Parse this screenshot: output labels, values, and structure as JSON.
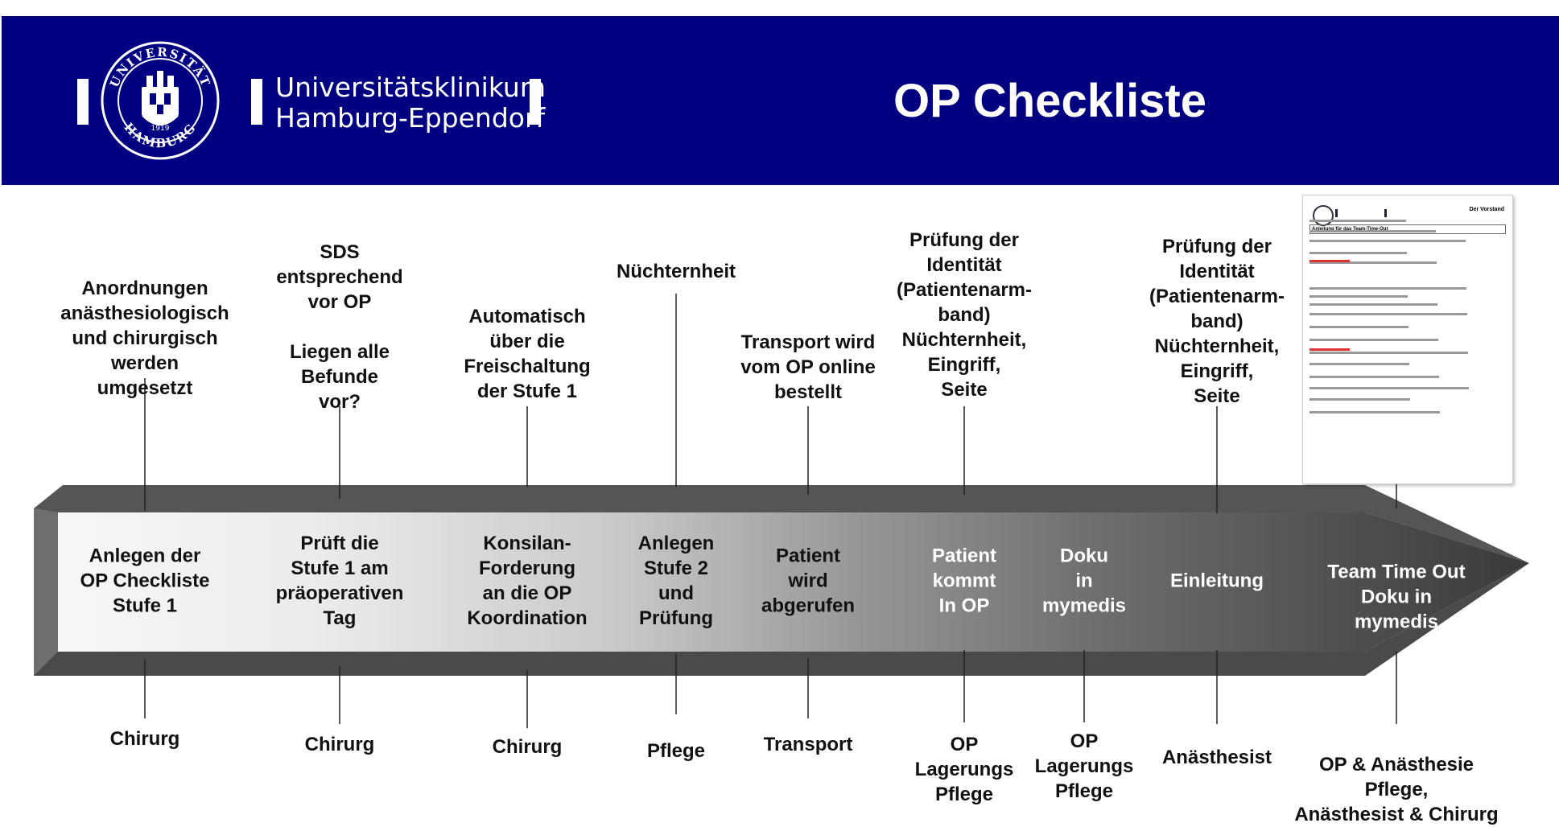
{
  "header": {
    "logo_line1": "Universitätsklinikum",
    "logo_line2": "Hamburg-Eppendorf",
    "seal_text_top": "UNIVERSITÄT",
    "seal_text_bottom": "HAMBURG",
    "seal_year": "1919",
    "title": "OP Checkliste",
    "colors": {
      "header_bg": "#000080",
      "text": "#ffffff"
    }
  },
  "steps": [
    {
      "label": "Anlegen der\nOP Checkliste\nStufe 1",
      "above": "Anordnungen\nanästhesiologisch\nund chirurgisch\nwerden\numgesetzt",
      "below": "Chirurg"
    },
    {
      "label": "Prüft die\nStufe 1 am\npräoperativen\nTag",
      "above": "SDS\nentsprechend\nvor OP\n\nLiegen alle\nBefunde\nvor?",
      "below": "Chirurg"
    },
    {
      "label": "Konsilan-\nForderung\nan die  OP\nKoordination",
      "above": "Automatisch\nüber die\nFreischaltung\nder Stufe 1",
      "below": "Chirurg"
    },
    {
      "label": "Anlegen\nStufe 2\nund\nPrüfung",
      "above": "Nüchternheit",
      "below": "Pflege"
    },
    {
      "label": "Patient\nwird\nabgerufen",
      "above": "Transport wird\nvom OP online\nbestellt",
      "below": "Transport"
    },
    {
      "label": "Patient\nkommt\nIn OP",
      "above": "Prüfung der\nIdentität\n(Patientenarm-\nband)\nNüchternheit,\nEingriff,\nSeite",
      "below": "OP\nLagerungs\nPflege"
    },
    {
      "label": "Doku\nin\nmymedis",
      "above": "",
      "below": "OP\nLagerungs\nPflege"
    },
    {
      "label": "Einleitung",
      "above": "Prüfung der\nIdentität\n(Patientenarm-\nband)\nNüchternheit,\nEingriff,\nSeite",
      "below": "Anästhesist"
    },
    {
      "label": "Team Time Out\nDoku in\nmymedis",
      "above": "",
      "below": "OP & Anästhesie\nPflege,\nAnästhesist & Chirurg"
    }
  ],
  "document_thumbnail": {
    "header_right": "Der Vorstand",
    "title": "Anleitung für das Team-Time-Out"
  }
}
